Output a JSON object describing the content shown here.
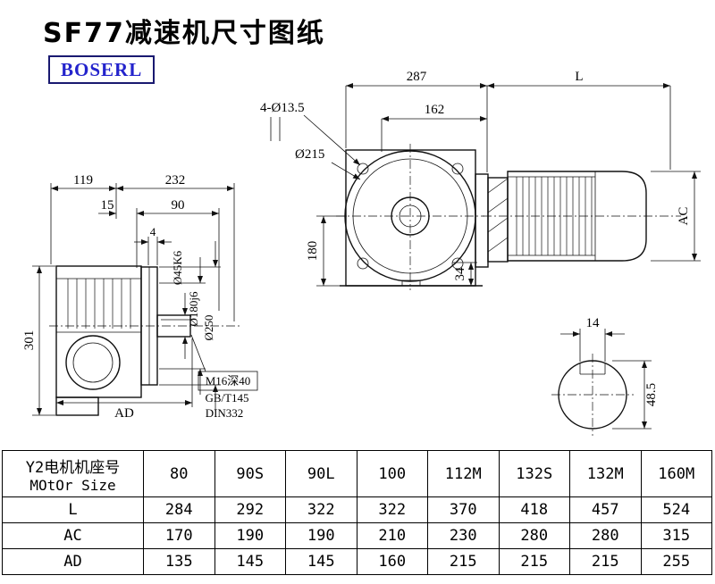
{
  "page": {
    "title": "SF77减速机尺寸图纸",
    "logo": "BOSERL"
  },
  "side_view": {
    "d119": "119",
    "d232": "232",
    "d15": "15",
    "d90": "90",
    "d4": "4",
    "d301": "301",
    "ad_label": "AD",
    "shaft_dia": "Ø45K6",
    "spigot_dia": "Ø180j6",
    "flange_dia": "Ø250",
    "note_tap": "M16深40",
    "note_std1": "GB/T145",
    "note_std2": "DIN332"
  },
  "front_view": {
    "d287": "287",
    "l_label": "L",
    "d162": "162",
    "bolt_holes": "4-Ø13.5",
    "flange_od": "Ø215",
    "d180": "180",
    "d34": "34",
    "ac_label": "AC"
  },
  "shaft_section": {
    "key_width": "14",
    "shaft_height": "48.5"
  },
  "table": {
    "header_line1": "Y2电机机座号",
    "header_line2": "MOtOr Size",
    "sizes": [
      "80",
      "90S",
      "90L",
      "100",
      "112M",
      "132S",
      "132M",
      "160M"
    ],
    "rows": [
      {
        "label": "L",
        "values": [
          "284",
          "292",
          "322",
          "322",
          "370",
          "418",
          "457",
          "524"
        ]
      },
      {
        "label": "AC",
        "values": [
          "170",
          "190",
          "190",
          "210",
          "230",
          "280",
          "280",
          "315"
        ]
      },
      {
        "label": "AD",
        "values": [
          "135",
          "145",
          "145",
          "160",
          "215",
          "215",
          "215",
          "255"
        ]
      }
    ]
  }
}
